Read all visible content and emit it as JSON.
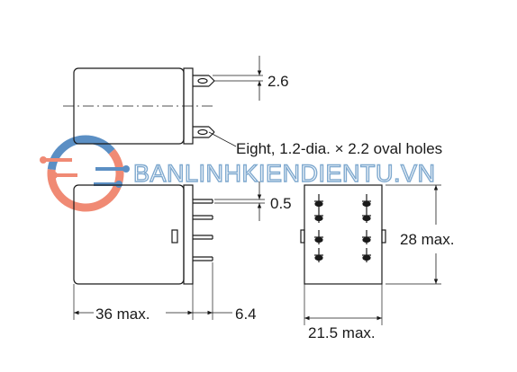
{
  "dimensions": {
    "pin_offset": "2.6",
    "holes_note": "Eight, 1.2-dia. × 2.2 oval holes",
    "pin_gap": "0.5",
    "height": "28 max.",
    "length": "36 max.",
    "pin_length": "6.4",
    "width": "21.5 max."
  },
  "watermark": {
    "text": "BANLINHKIENDIENTU.VN",
    "logo": "circuit-chip-logo",
    "colors": {
      "logo_red": "#f08a74",
      "logo_blue": "#5b8fc4",
      "text_blue": "#7fa9cf"
    }
  }
}
